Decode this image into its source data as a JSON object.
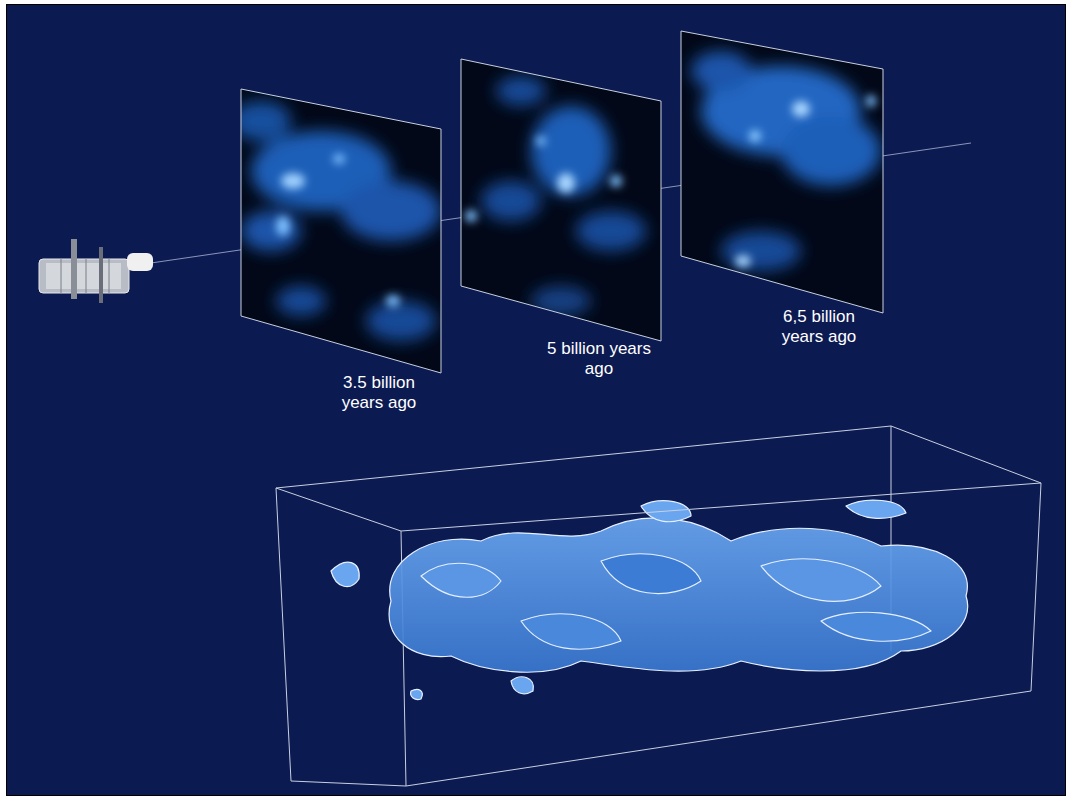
{
  "diagram": {
    "labels": [
      "3.5 billion years ago",
      "5 billion years ago",
      "6,5 billion years ago"
    ]
  }
}
